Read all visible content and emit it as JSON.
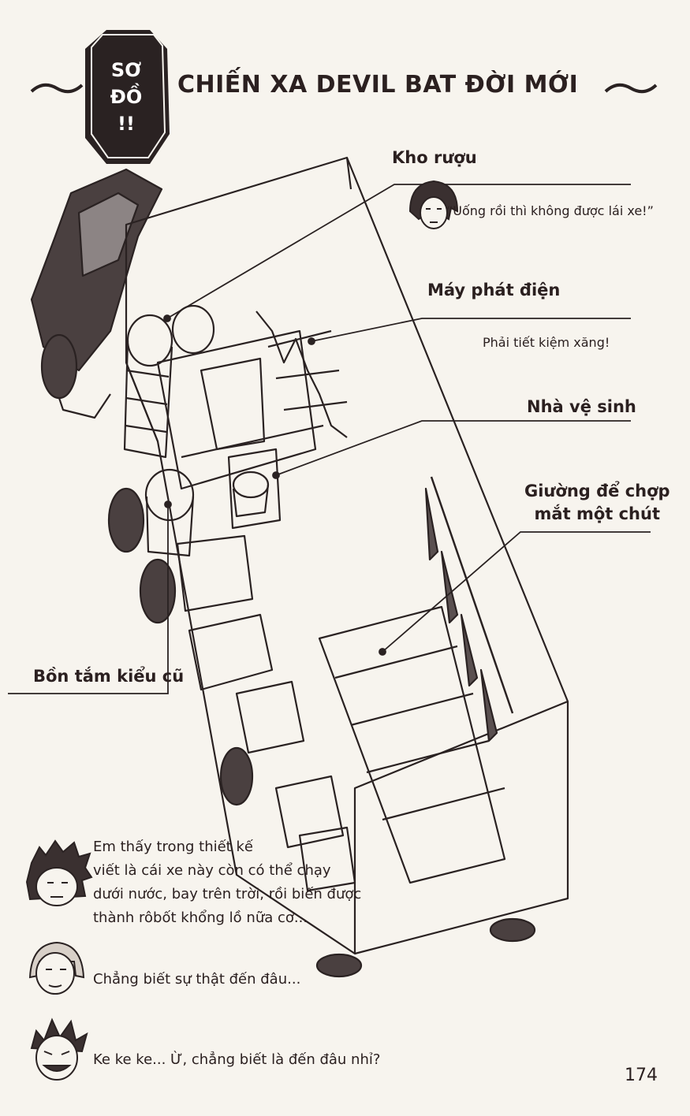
{
  "header": {
    "badge": "SƠ\nĐỒ\n!!",
    "title": "CHIẾN XA DEVIL BAT ĐỜI MỚI"
  },
  "callouts": {
    "wine_storage": {
      "label": "Kho rượu",
      "quote": "“Uống rồi thì không được lái xe!”"
    },
    "generator": {
      "label": "Máy phát điện",
      "note": "Phải tiết kiệm xăng!"
    },
    "toilet": {
      "label": "Nhà vệ sinh"
    },
    "nap_bed": {
      "label": "Giường để chợp\nmắt một chút"
    },
    "old_bathtub": {
      "label": "Bồn tắm kiểu cũ"
    }
  },
  "dialogue": [
    {
      "speaker_icon": "spiky-hair-boy-face-icon",
      "text": "Em thấy trong thiết kế\nviết là cái xe này còn có thể chạy\ndưới nước, bay trên trời, rồi biến được\nthành rôbốt khổng lồ nữa cơ..."
    },
    {
      "speaker_icon": "girl-face-icon",
      "text": "Chẳng biết sự thật đến đâu..."
    },
    {
      "speaker_icon": "devil-grin-face-icon",
      "text": "Ke ke ke... Ừ, chẳng biết là đến đâu nhỉ?"
    }
  ],
  "footer": {
    "page_number": "174"
  },
  "colors": {
    "ink": "#2a2222",
    "paper": "#f7f4ee",
    "badge_fill": "#2a2222"
  }
}
